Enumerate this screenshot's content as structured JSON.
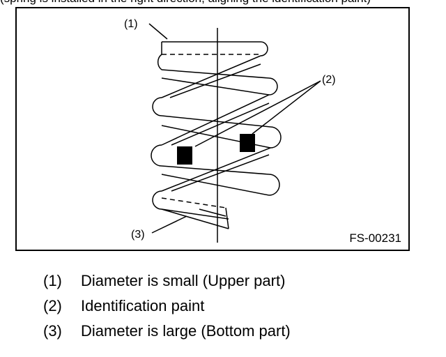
{
  "header_fragment": "(spring is installed in the right direction, aligning the identification paint)",
  "figure": {
    "callouts": [
      "(1)",
      "(2)",
      "(3)"
    ],
    "figure_id": "FS-00231"
  },
  "legend": [
    {
      "num": "(1)",
      "text": "Diameter is small (Upper part)"
    },
    {
      "num": "(2)",
      "text": "Identification paint"
    },
    {
      "num": "(3)",
      "text": "Diameter is large (Bottom part)"
    }
  ]
}
